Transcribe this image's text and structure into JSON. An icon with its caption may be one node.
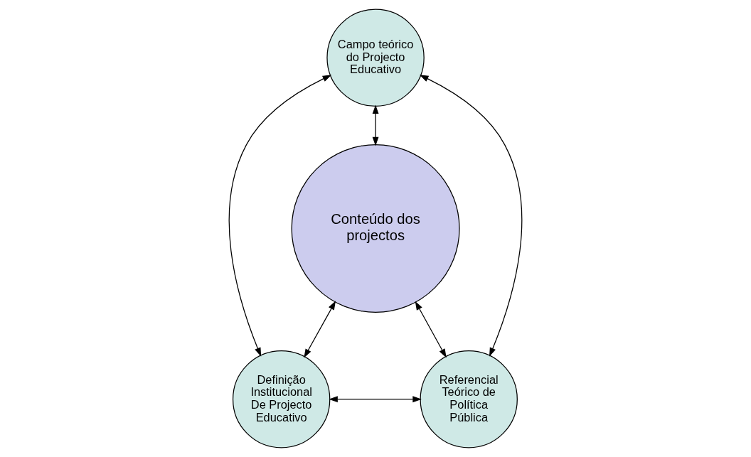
{
  "diagram": {
    "nodes": [
      {
        "text": [
          "Campo teórico do Projecto Educativo"
        ]
      },
      {
        "text": [
          "Conteúdo dos projectos"
        ]
      },
      {
        "text": [
          "Definição Institucional De Projecto Educativo"
        ]
      },
      {
        "text": [
          "Referencial Teórico de Política Pública"
        ]
      }
    ],
    "edges": [
      {
        "from": 0,
        "to": 2,
        "arrow": "both"
      },
      {
        "from": 0,
        "to": 1,
        "arrow": "both"
      },
      {
        "from": 0,
        "to": 3,
        "arrow": "both"
      },
      {
        "from": 1,
        "to": 2,
        "arrow": "both"
      },
      {
        "from": 1,
        "to": 3,
        "arrow": "both"
      },
      {
        "from": 2,
        "to": 3,
        "arrow": "both"
      }
    ]
  }
}
